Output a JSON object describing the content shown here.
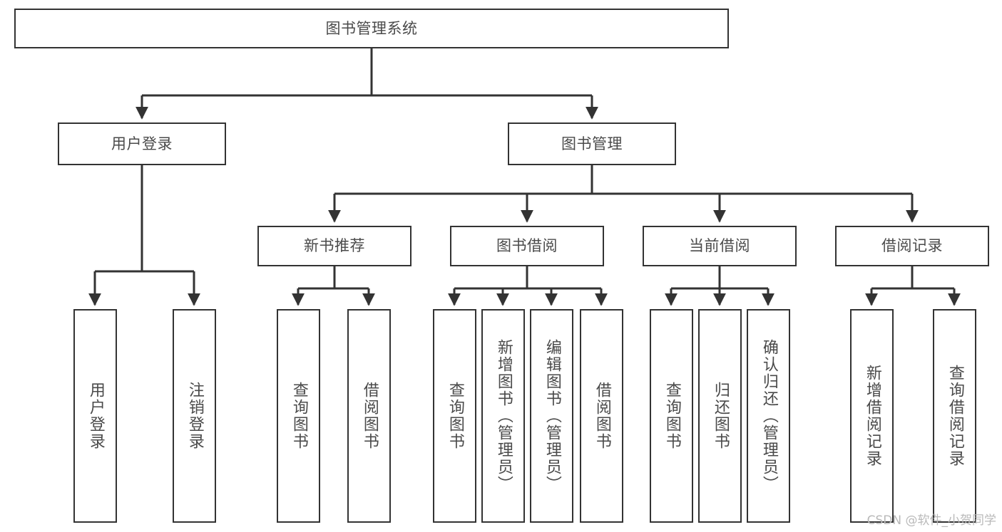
{
  "diagram": {
    "title": "图书管理系统",
    "type": "tree-hierarchy",
    "root": {
      "id": "root",
      "label": "图书管理系统"
    },
    "level2": [
      {
        "id": "user-login",
        "label": "用户登录"
      },
      {
        "id": "book-manage",
        "label": "图书管理"
      }
    ],
    "level3": [
      {
        "id": "new-book-rec",
        "label": "新书推荐",
        "parent": "book-manage"
      },
      {
        "id": "book-borrow",
        "label": "图书借阅",
        "parent": "book-manage"
      },
      {
        "id": "current-borrow",
        "label": "当前借阅",
        "parent": "book-manage"
      },
      {
        "id": "borrow-record",
        "label": "借阅记录",
        "parent": "book-manage"
      }
    ],
    "leaves": [
      {
        "id": "leaf-user-login",
        "label": "用户登录",
        "parent": "user-login"
      },
      {
        "id": "leaf-logout",
        "label": "注销登录",
        "parent": "user-login"
      },
      {
        "id": "leaf-query-book-1",
        "label": "查询图书",
        "parent": "new-book-rec"
      },
      {
        "id": "leaf-borrow-book-1",
        "label": "借阅图书",
        "parent": "new-book-rec"
      },
      {
        "id": "leaf-query-book-2",
        "label": "查询图书",
        "parent": "book-borrow"
      },
      {
        "id": "leaf-add-book",
        "label": "新增图书（管理员）",
        "parent": "book-borrow"
      },
      {
        "id": "leaf-edit-book",
        "label": "编辑图书（管理员）",
        "parent": "book-borrow"
      },
      {
        "id": "leaf-borrow-book-2",
        "label": "借阅图书",
        "parent": "book-borrow"
      },
      {
        "id": "leaf-query-book-3",
        "label": "查询图书",
        "parent": "current-borrow"
      },
      {
        "id": "leaf-return-book",
        "label": "归还图书",
        "parent": "current-borrow"
      },
      {
        "id": "leaf-confirm-return",
        "label": "确认归还（管理员）",
        "parent": "current-borrow"
      },
      {
        "id": "leaf-add-record",
        "label": "新增借阅记录",
        "parent": "borrow-record"
      },
      {
        "id": "leaf-query-record",
        "label": "查询借阅记录",
        "parent": "borrow-record"
      }
    ],
    "colors": {
      "box_border": "#333333",
      "box_fill": "#ffffff",
      "text": "#4a4a4a",
      "edge": "#333333",
      "watermark": "#b9b9b9"
    }
  },
  "watermark": {
    "text": "CSDN @软件_小贺同学"
  }
}
